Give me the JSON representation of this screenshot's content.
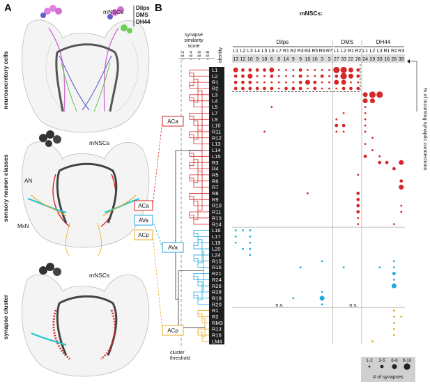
{
  "panels": {
    "a": {
      "label": "A",
      "rows": [
        {
          "side_label": "neurosecretory cells",
          "annotation": "mNSCs",
          "legend": [
            {
              "text": "Dilps",
              "color": "#e080e0"
            },
            {
              "text": "DMS",
              "color": "#6fcf5a"
            },
            {
              "text": "DH44",
              "color": "#5a5ac8"
            }
          ]
        },
        {
          "side_label": "sensory neuron classes",
          "annotation": "mNSCs",
          "tags": [
            "AN",
            "MxN"
          ]
        },
        {
          "side_label": "synapse cluster",
          "annotation": "mNSCs"
        }
      ]
    },
    "b": {
      "label": "B",
      "title": "mNSCs:",
      "dendrogram_title": "synapse similarity score",
      "score_ticks": [
        "0.2",
        "0.4",
        "0.6",
        "0.8"
      ],
      "identity_label": "identity",
      "cluster_threshold": "cluster threshold",
      "side_axis_label": "% of incoming synaptic connections",
      "not_visible": "n.v.",
      "clusters": [
        {
          "name": "ACa",
          "color": "#d62728"
        },
        {
          "name": "AVa",
          "color": "#1fa8e0"
        },
        {
          "name": "ACp",
          "color": "#e8a820"
        }
      ]
    }
  },
  "matrix": {
    "groups": [
      {
        "name": "Dilps",
        "columns": [
          "L1",
          "L2",
          "L3",
          "L4",
          "L5",
          "L6",
          "L7",
          "R1",
          "R2",
          "R3",
          "R4",
          "R5",
          "R6",
          "R7"
        ],
        "totals": [
          "13",
          "12",
          "18",
          "9",
          "18",
          "6",
          "8",
          "14",
          "9",
          "9",
          "10",
          "16",
          "3",
          "3"
        ]
      },
      {
        "name": "DMS",
        "columns": [
          "L1",
          "L2",
          "R1",
          "R2"
        ],
        "totals": [
          "27",
          "33",
          "22",
          "28"
        ]
      },
      {
        "name": "DH44",
        "columns": [
          "L1",
          "L2",
          "L3",
          "R1",
          "R2",
          "R3"
        ],
        "totals": [
          "24",
          "29",
          "33",
          "16",
          "28",
          "38"
        ]
      }
    ],
    "rows": [
      {
        "id": "L1",
        "cluster": "ACa"
      },
      {
        "id": "L2",
        "cluster": "ACa"
      },
      {
        "id": "R1",
        "cluster": "ACa"
      },
      {
        "id": "R2",
        "cluster": "ACa"
      },
      {
        "id": "L3",
        "cluster": "ACa"
      },
      {
        "id": "L4",
        "cluster": "ACa"
      },
      {
        "id": "L5",
        "cluster": "ACa"
      },
      {
        "id": "L7",
        "cluster": "ACa"
      },
      {
        "id": "L9",
        "cluster": "ACa"
      },
      {
        "id": "L10",
        "cluster": "ACa"
      },
      {
        "id": "R11",
        "cluster": "ACa"
      },
      {
        "id": "R12",
        "cluster": "ACa"
      },
      {
        "id": "L13",
        "cluster": "ACa"
      },
      {
        "id": "L14",
        "cluster": "ACa"
      },
      {
        "id": "L15",
        "cluster": "ACa"
      },
      {
        "id": "R3",
        "cluster": "ACa"
      },
      {
        "id": "R4",
        "cluster": "ACa"
      },
      {
        "id": "R5",
        "cluster": "ACa"
      },
      {
        "id": "R6",
        "cluster": "ACa"
      },
      {
        "id": "R7",
        "cluster": "ACa"
      },
      {
        "id": "R8",
        "cluster": "ACa"
      },
      {
        "id": "R9",
        "cluster": "ACa"
      },
      {
        "id": "R10",
        "cluster": "ACa"
      },
      {
        "id": "R11",
        "cluster": "ACa"
      },
      {
        "id": "R13",
        "cluster": "ACa"
      },
      {
        "id": "R14",
        "cluster": "ACa"
      },
      {
        "id": "L16",
        "cluster": "AVa"
      },
      {
        "id": "L17",
        "cluster": "AVa"
      },
      {
        "id": "L19",
        "cluster": "AVa"
      },
      {
        "id": "L20",
        "cluster": "AVa"
      },
      {
        "id": "L24",
        "cluster": "AVa"
      },
      {
        "id": "R15",
        "cluster": "AVa"
      },
      {
        "id": "R16",
        "cluster": "AVa"
      },
      {
        "id": "R21",
        "cluster": "AVa"
      },
      {
        "id": "R24",
        "cluster": "AVa"
      },
      {
        "id": "R26",
        "cluster": "AVa"
      },
      {
        "id": "R28",
        "cluster": "AVa"
      },
      {
        "id": "R19",
        "cluster": "AVa"
      },
      {
        "id": "R20",
        "cluster": "AVa"
      },
      {
        "id": "R1",
        "cluster": "ACp"
      },
      {
        "id": "R2",
        "cluster": "ACp"
      },
      {
        "id": "RM3",
        "cluster": "ACp"
      },
      {
        "id": "R13",
        "cluster": "ACp"
      },
      {
        "id": "R16",
        "cluster": "ACp"
      },
      {
        "id": "LM4",
        "cluster": "ACp"
      }
    ],
    "cells": [
      [
        0,
        0,
        3
      ],
      [
        0,
        1,
        2
      ],
      [
        0,
        2,
        2
      ],
      [
        0,
        3,
        2
      ],
      [
        0,
        4,
        2
      ],
      [
        0,
        5,
        3
      ],
      [
        0,
        6,
        1
      ],
      [
        0,
        7,
        1
      ],
      [
        0,
        8,
        1
      ],
      [
        0,
        9,
        2
      ],
      [
        0,
        10,
        1
      ],
      [
        0,
        11,
        1
      ],
      [
        0,
        12,
        1
      ],
      [
        0,
        13,
        1
      ],
      [
        0,
        14,
        4
      ],
      [
        0,
        15,
        4
      ],
      [
        0,
        16,
        3
      ],
      [
        0,
        17,
        2
      ],
      [
        1,
        0,
        2
      ],
      [
        1,
        1,
        2
      ],
      [
        1,
        2,
        3
      ],
      [
        1,
        3,
        1
      ],
      [
        1,
        4,
        1
      ],
      [
        1,
        5,
        2
      ],
      [
        1,
        6,
        1
      ],
      [
        1,
        7,
        1
      ],
      [
        1,
        8,
        1
      ],
      [
        1,
        9,
        2
      ],
      [
        1,
        10,
        1
      ],
      [
        1,
        11,
        1
      ],
      [
        1,
        12,
        2
      ],
      [
        1,
        13,
        1
      ],
      [
        1,
        14,
        2
      ],
      [
        1,
        15,
        4
      ],
      [
        1,
        16,
        3
      ],
      [
        1,
        17,
        2
      ],
      [
        2,
        0,
        2
      ],
      [
        2,
        1,
        2
      ],
      [
        2,
        2,
        2
      ],
      [
        2,
        3,
        1
      ],
      [
        2,
        4,
        1
      ],
      [
        2,
        5,
        1
      ],
      [
        2,
        6,
        1
      ],
      [
        2,
        7,
        1
      ],
      [
        2,
        8,
        1
      ],
      [
        2,
        9,
        2
      ],
      [
        2,
        10,
        3
      ],
      [
        2,
        11,
        2
      ],
      [
        2,
        12,
        1
      ],
      [
        2,
        13,
        1
      ],
      [
        2,
        14,
        3
      ],
      [
        2,
        15,
        3
      ],
      [
        2,
        16,
        1
      ],
      [
        2,
        17,
        1
      ],
      [
        3,
        0,
        2
      ],
      [
        3,
        1,
        2
      ],
      [
        3,
        2,
        2
      ],
      [
        3,
        3,
        2
      ],
      [
        3,
        4,
        2
      ],
      [
        3,
        5,
        2
      ],
      [
        3,
        6,
        1
      ],
      [
        3,
        7,
        2
      ],
      [
        3,
        8,
        2
      ],
      [
        3,
        9,
        2
      ],
      [
        3,
        10,
        1
      ],
      [
        3,
        11,
        2
      ],
      [
        3,
        12,
        1
      ],
      [
        3,
        13,
        1
      ],
      [
        3,
        14,
        1
      ],
      [
        3,
        15,
        2
      ],
      [
        3,
        16,
        2
      ],
      [
        3,
        17,
        2
      ],
      [
        4,
        18,
        3
      ],
      [
        4,
        19,
        4
      ],
      [
        4,
        20,
        4
      ],
      [
        5,
        18,
        3
      ],
      [
        5,
        19,
        3
      ],
      [
        6,
        5,
        1
      ],
      [
        6,
        18,
        1
      ],
      [
        7,
        15,
        1
      ],
      [
        7,
        18,
        1
      ],
      [
        8,
        14,
        1
      ],
      [
        8,
        18,
        1
      ],
      [
        9,
        14,
        2
      ],
      [
        9,
        15,
        2
      ],
      [
        9,
        18,
        1
      ],
      [
        10,
        4,
        1
      ],
      [
        10,
        14,
        1
      ],
      [
        10,
        15,
        1
      ],
      [
        10,
        18,
        1
      ],
      [
        11,
        19,
        1
      ],
      [
        12,
        18,
        1
      ],
      [
        13,
        19,
        1
      ],
      [
        14,
        18,
        2
      ],
      [
        14,
        20,
        1
      ],
      [
        15,
        20,
        2
      ],
      [
        15,
        21,
        2
      ],
      [
        15,
        23,
        3
      ],
      [
        16,
        22,
        2
      ],
      [
        17,
        17,
        1
      ],
      [
        18,
        23,
        2
      ],
      [
        19,
        23,
        3
      ],
      [
        20,
        10,
        1
      ],
      [
        20,
        17,
        2
      ],
      [
        21,
        17,
        2
      ],
      [
        22,
        17,
        2
      ],
      [
        22,
        23,
        1
      ],
      [
        23,
        17,
        2
      ],
      [
        23,
        23,
        1
      ],
      [
        24,
        17,
        1
      ],
      [
        25,
        17,
        1
      ],
      [
        25,
        22,
        1
      ],
      [
        26,
        0,
        1
      ],
      [
        26,
        1,
        1
      ],
      [
        26,
        2,
        1
      ],
      [
        27,
        0,
        1
      ],
      [
        27,
        2,
        1
      ],
      [
        28,
        0,
        1
      ],
      [
        28,
        2,
        1
      ],
      [
        29,
        1,
        1
      ],
      [
        29,
        2,
        1
      ],
      [
        30,
        2,
        1
      ],
      [
        31,
        12,
        1
      ],
      [
        31,
        22,
        1
      ],
      [
        32,
        9,
        1
      ],
      [
        32,
        15,
        1
      ],
      [
        32,
        20,
        1
      ],
      [
        32,
        22,
        1
      ],
      [
        33,
        22,
        2
      ],
      [
        34,
        22,
        1
      ],
      [
        35,
        22,
        3
      ],
      [
        36,
        12,
        1
      ],
      [
        37,
        8,
        1
      ],
      [
        37,
        12,
        3
      ],
      [
        38,
        12,
        1
      ],
      [
        39,
        22,
        1
      ],
      [
        40,
        22,
        1
      ],
      [
        40,
        23,
        1
      ],
      [
        41,
        22,
        1
      ],
      [
        42,
        22,
        1
      ],
      [
        43,
        22,
        1
      ],
      [
        44,
        19,
        1
      ]
    ],
    "size_legend": {
      "bins": [
        "1-2",
        "3-5",
        "6-8",
        "9-10"
      ],
      "title": "# of synapses"
    }
  },
  "colors": {
    "ACa": "#d62728",
    "AVa": "#1fa8e0",
    "ACp": "#e8a820",
    "black": "#222222"
  }
}
